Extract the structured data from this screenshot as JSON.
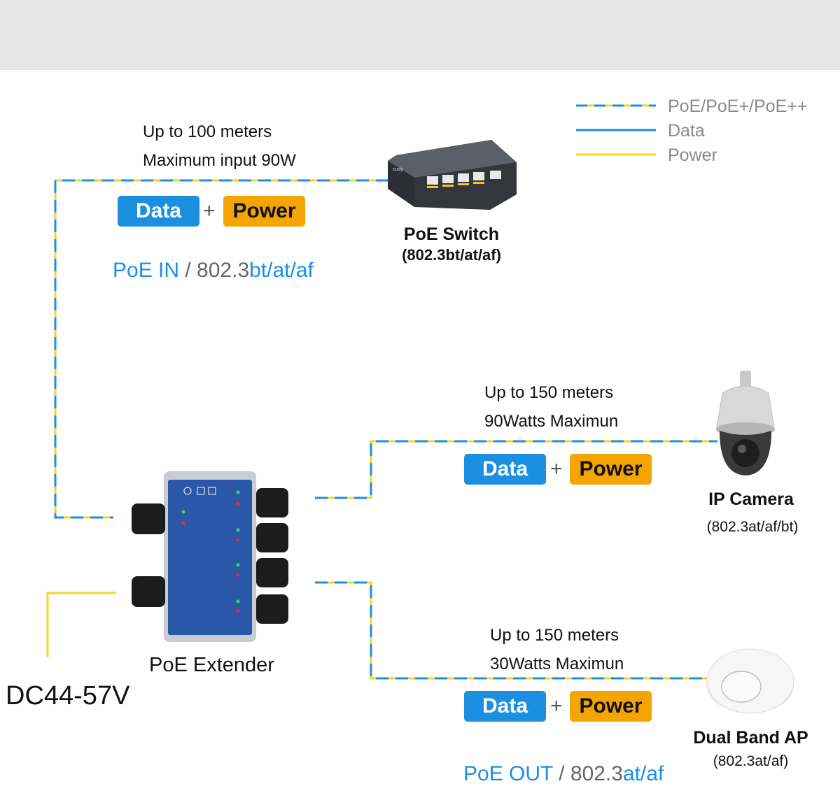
{
  "legend": {
    "poe": "PoE/PoE+/PoE++",
    "data": "Data",
    "power": "Power"
  },
  "input_link": {
    "line1": "Up to 100 meters",
    "line2": "Maximum input 90W",
    "data_label": "Data",
    "plus": "+",
    "power_label": "Power",
    "std_prefix": "PoE IN",
    "std_sep": " / 802.3",
    "std_suffix": "bt/at/af"
  },
  "switch": {
    "name": "PoE Switch",
    "standard": "(802.3bt/at/af)"
  },
  "camera_link": {
    "line1": "Up to 150 meters",
    "line2": "90Watts Maximun",
    "data_label": "Data",
    "plus": "+",
    "power_label": "Power"
  },
  "camera": {
    "name": "IP Camera",
    "standard": "(802.3at/af/bt)"
  },
  "ap_link": {
    "line1": "Up to 150 meters",
    "line2": "30Watts Maximun",
    "data_label": "Data",
    "plus": "+",
    "power_label": "Power"
  },
  "ap": {
    "name": "Dual Band AP",
    "standard": "(802.3at/af)"
  },
  "extender": {
    "name": "PoE Extender"
  },
  "dc_input": {
    "label": "DC44-57V"
  },
  "output_std": {
    "prefix": "PoE OUT",
    "sep": " / 802.3",
    "suffix": "at/af"
  },
  "colors": {
    "data_blue": "#1b8fe0",
    "power_yellow": "#f4a500",
    "wire_blue": "#1b8fe0",
    "wire_yellow": "#f5d629",
    "extender_body": "#2a57a8"
  }
}
